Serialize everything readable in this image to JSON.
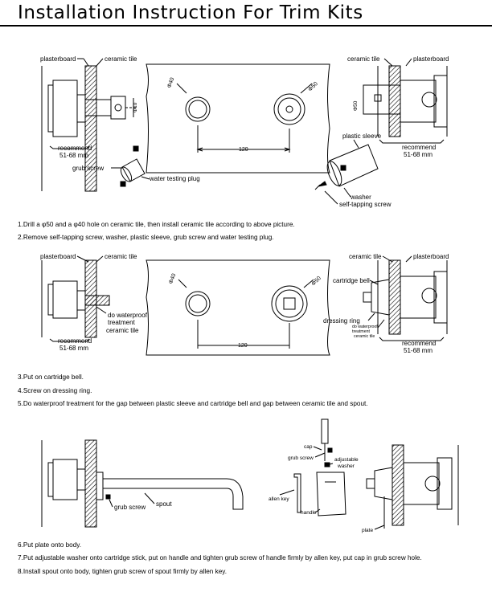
{
  "title": "Installation Instruction For Trim Kits",
  "section1": {
    "left": {
      "plasterboard": "plasterboard",
      "ceramic_tile": "ceramic tile",
      "recommend": "recommend",
      "range": "51-68 mm",
      "d_small": "Φ10"
    },
    "plate": {
      "hole_small": "Φ40",
      "hole_large": "Φ50",
      "spacing": "120"
    },
    "parts": {
      "grub_screw": "grub screw",
      "water_testing_plug": "water testing plug",
      "plastic_sleeve": "plastic sleeve",
      "washer": "washer",
      "self_tapping_screw": "self-tapping screw"
    },
    "right": {
      "ceramic_tile": "ceramic tile",
      "plasterboard": "plasterboard",
      "recommend": "recommend",
      "range": "51-68 mm",
      "d_large": "Φ50"
    }
  },
  "steps_1": [
    "1.Drill a φ50 and a φ40 hole on ceramic tile, then install ceramic tile according to above picture.",
    "2.Remove self-tapping screw, washer, plastic sleeve, grub screw and water testing plug."
  ],
  "section2": {
    "left": {
      "plasterboard": "plasterboard",
      "ceramic_tile": "ceramic tile",
      "do_waterproof": "do waterproof",
      "treatment": "treatment",
      "ceramic_tile_2": "ceramic tile",
      "recommend": "recommend",
      "range": "51-68 mm"
    },
    "plate": {
      "hole_small": "Φ40",
      "hole_large": "Φ50",
      "spacing": "120"
    },
    "right": {
      "ceramic_tile": "ceramic tile",
      "plasterboard": "plasterboard",
      "cartridge_bell": "cartridge bell",
      "dressing_ring": "dressing ring",
      "do_waterproof": "do waterproof",
      "treatment": "treatment",
      "ceramic_tile_2": "ceramic tile",
      "recommend": "recommend",
      "range": "51-68 mm"
    }
  },
  "steps_2": [
    "3.Put on cartridge bell.",
    "4.Screw on dressing ring.",
    "5.Do waterproof treatment for the gap between plastic sleeve and cartridge bell and gap between ceramic tile and spout."
  ],
  "section3": {
    "grub_screw": "grub screw",
    "spout": "spout",
    "cap": "cap",
    "grub_screw_2": "grub screw",
    "adjustable": "adjustable",
    "washer": "washer",
    "allen_key": "allen key",
    "handle": "handle",
    "plate": "plate"
  },
  "steps_3": [
    "6.Put plate onto body.",
    "7.Put adjustable washer onto cartridge stick, put on handle and tighten grub screw of handle firmly by allen key, put cap in grub screw hole.",
    "8.Install spout onto body, tighten grub screw of spout firmly by allen key."
  ]
}
